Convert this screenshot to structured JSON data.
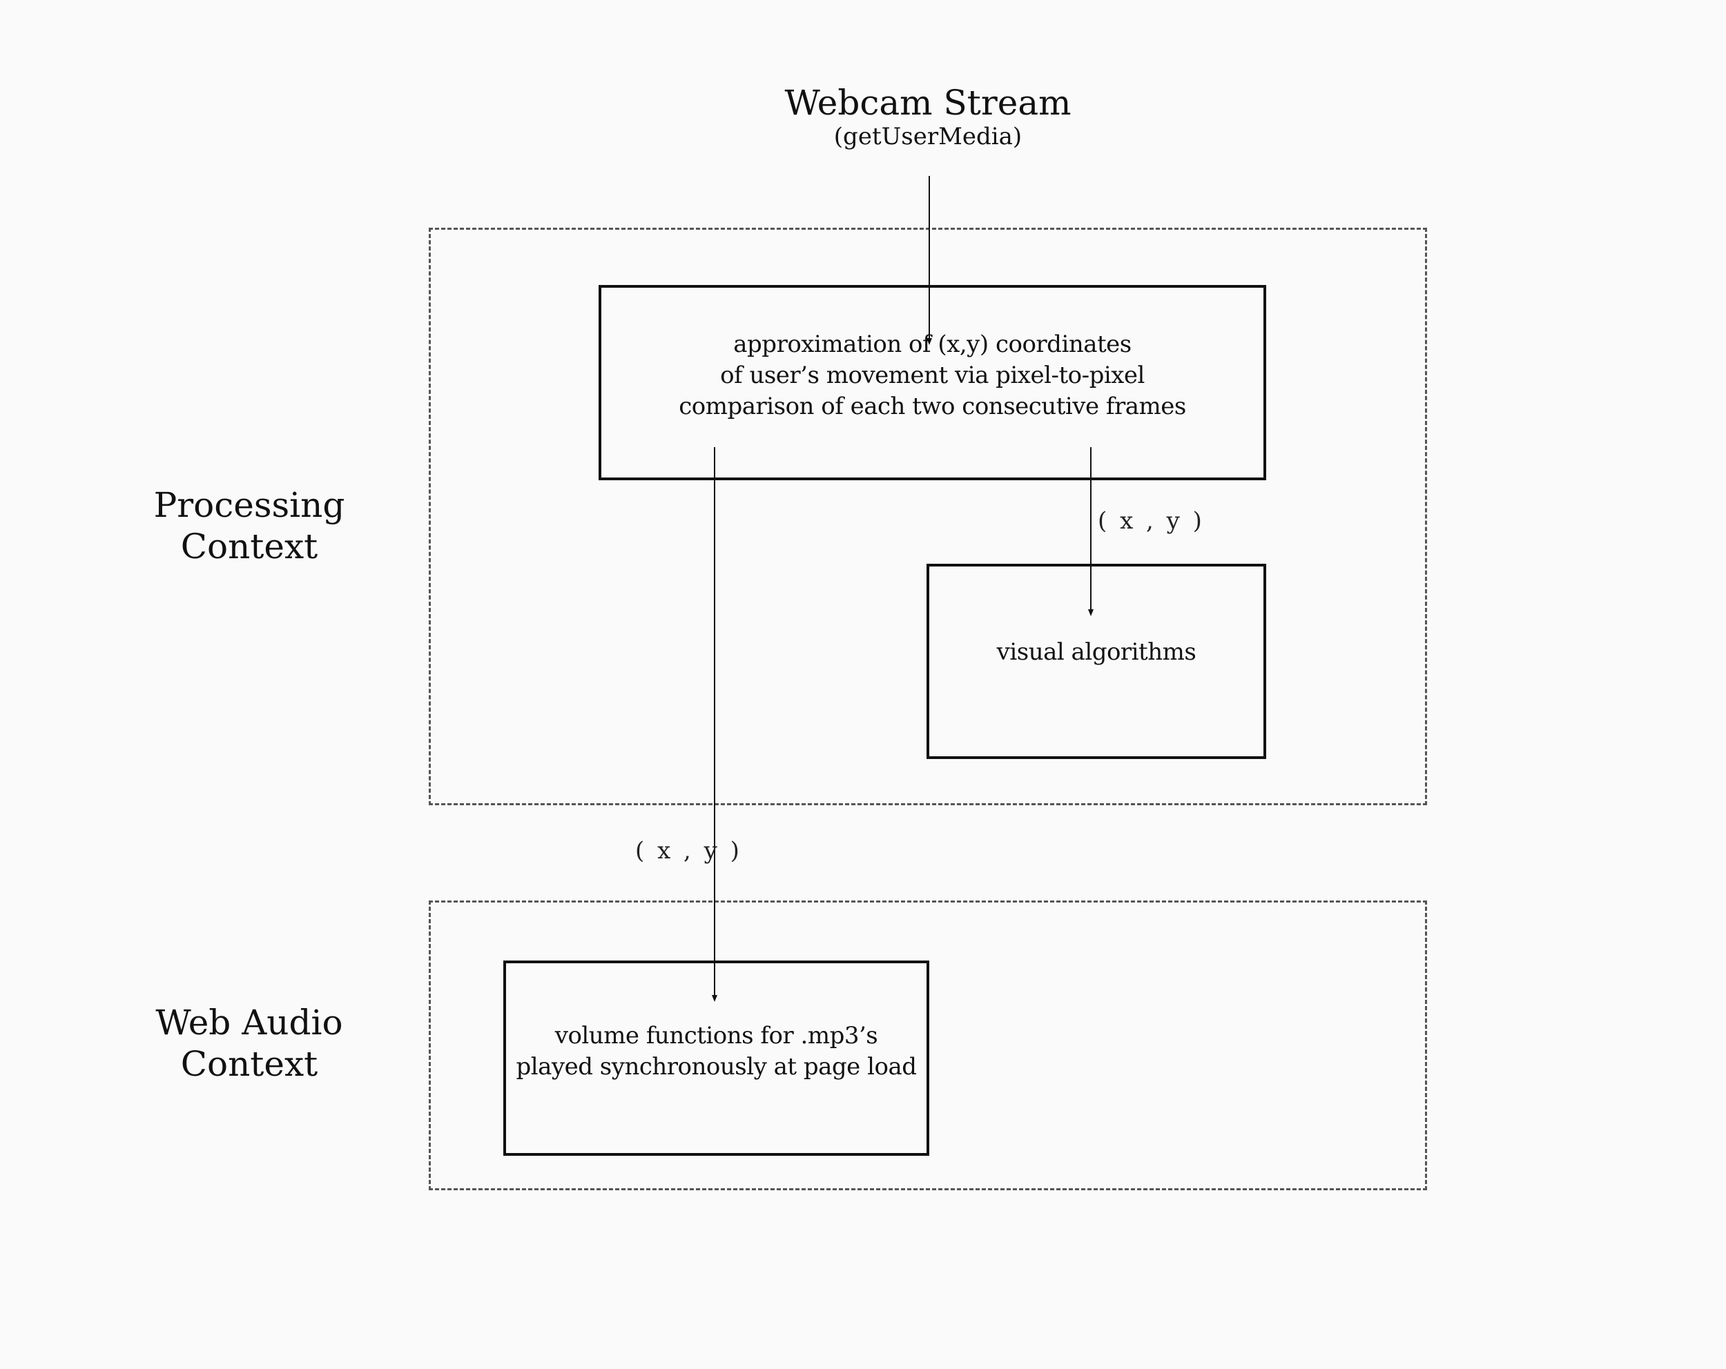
{
  "source": {
    "title": "Webcam Stream",
    "subtitle": "(getUserMedia)"
  },
  "regions": {
    "processing": {
      "label": "Processing\nContext"
    },
    "web_audio": {
      "label": "Web Audio\nContext"
    }
  },
  "nodes": {
    "approximation": "approximation of (x,y) coordinates\nof user’s movement via pixel-to-pixel\ncomparison of each two consecutive frames",
    "visual": "visual algorithms",
    "volume": "volume functions for .mp3’s\nplayed synchronously at page load"
  },
  "edges": {
    "approx_to_visual": "( x , y )",
    "approx_to_volume": "( x , y )"
  },
  "colors": {
    "background": "#fafafa",
    "box_stroke": "#111111",
    "dashed_region": "#555555"
  }
}
